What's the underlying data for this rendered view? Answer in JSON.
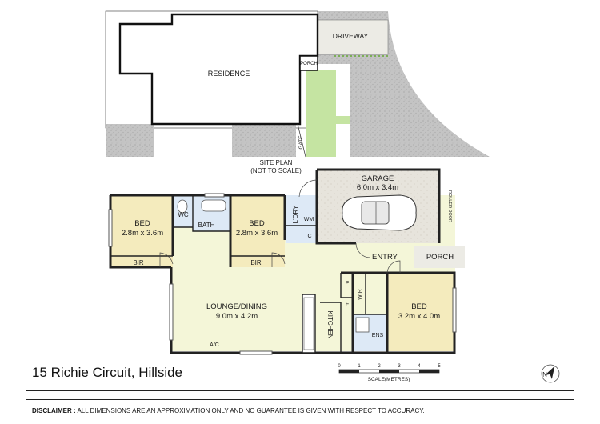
{
  "site_plan": {
    "residence": "RESIDENCE",
    "driveway": "DRIVEWAY",
    "porch": "PORCH",
    "gate": "GATE",
    "caption_line1": "SITE PLAN",
    "caption_line2": "(NOT TO SCALE)"
  },
  "rooms": {
    "bed1_name": "BED",
    "bed1_size": "2.8m x 3.6m",
    "bed2_name": "BED",
    "bed2_size": "2.8m x 3.6m",
    "bed3_name": "BED",
    "bed3_size": "3.2m x 4.0m",
    "garage_name": "GARAGE",
    "garage_size": "6.0m x 3.4m",
    "lounge_name": "LOUNGE/DINING",
    "lounge_size": "9.0m x 4.2m",
    "bir1": "BIR",
    "bir2": "BIR",
    "wc": "WC",
    "bath": "BATH",
    "ldry": "L'DRY",
    "wm": "WM",
    "c": "C",
    "roller_door": "ROLLER DOOR",
    "entry": "ENTRY",
    "porch": "PORCH",
    "kitchen": "KITCHEN",
    "p": "P",
    "f": "F",
    "wir": "WIR",
    "ens": "ENS",
    "ac": "A/C"
  },
  "scale": {
    "ticks": [
      "0",
      "1",
      "2",
      "3",
      "4",
      "5"
    ],
    "label": "SCALE(METRES)"
  },
  "compass": "N",
  "address": "15 Richie Circuit, Hillside",
  "disclaimer_label": "DISCLAIMER :",
  "disclaimer_text": "ALL DIMENSIONS ARE AN APPROXIMATION ONLY AND NO GUARANTEE IS GIVEN WITH RESPECT TO ACCURACY.",
  "colors": {
    "bedroom": "#f4ebbd",
    "living": "#f4f6d8",
    "wet": "#dde9f6",
    "garage": "#ebe9e3",
    "lawn": "#c5e4a2",
    "gravel": "#c9c9c9",
    "walls": "#222222"
  }
}
